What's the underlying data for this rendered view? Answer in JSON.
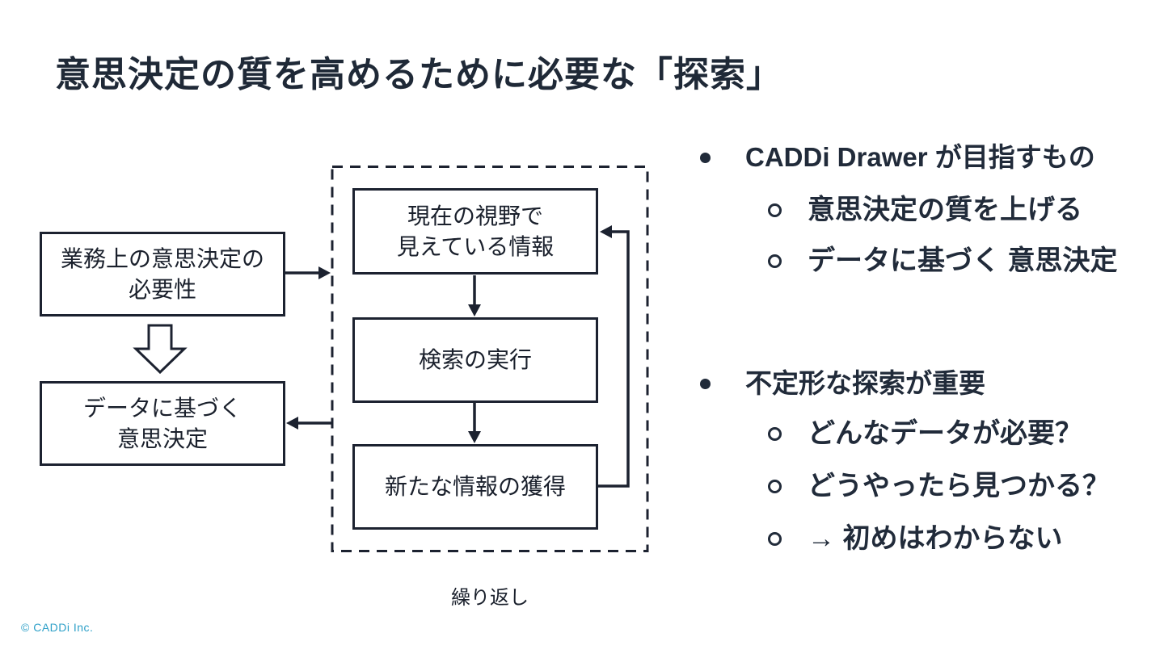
{
  "slide": {
    "title": "意思決定の質を高めるために必要な「探索」",
    "footer": "© CADDi Inc.",
    "colors": {
      "background": "#ffffff",
      "text_dark_navy": "#212b3a",
      "flow_stroke": "#1c2230",
      "footer_blue": "#2ea0c8"
    }
  },
  "flowchart": {
    "need_box": {
      "line1": "業務上の意思決定の",
      "line2": "必要性"
    },
    "decision_box": {
      "line1": "データに基づく",
      "line2": "意思決定"
    },
    "visible_box": {
      "line1": "現在の視野で",
      "line2": "見えている情報"
    },
    "search_box": {
      "line1": "検索の実行"
    },
    "newinfo_box": {
      "line1": "新たな情報の獲得"
    },
    "loop_label": "繰り返し"
  },
  "bullets": {
    "group1": {
      "label": "CADDi Drawer が目指すもの",
      "items": [
        "意思決定の質を上げる",
        "データに基づく 意思決定"
      ]
    },
    "group2": {
      "label": "不定形な探索が重要",
      "items": [
        "どんなデータが必要？",
        "どうやったら見つかる？",
        "→ 初めはわからない"
      ]
    }
  }
}
